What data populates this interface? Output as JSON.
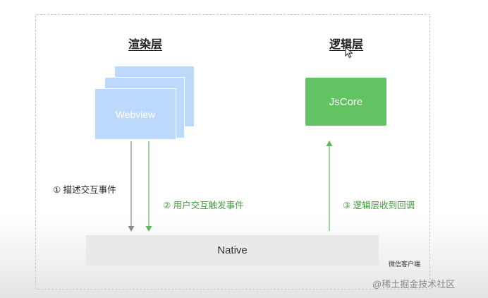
{
  "diagram": {
    "render_layer_title": "渲染层",
    "logic_layer_title": "逻辑层",
    "webview_label": "Webview",
    "jscore_label": "JsCore",
    "native_label": "Native",
    "client_label": "微信客户端",
    "steps": {
      "step1": "① 描述交互事件",
      "step2": "② 用户交互触发事件",
      "step3": "③ 逻辑层收到回调"
    },
    "colors": {
      "webview_fill": "#bcd8fb",
      "jscore_fill": "#63c261",
      "native_fill": "#e9e9e9",
      "green_text": "#3f9a3d",
      "arrow_gray": "#888888",
      "arrow_green": "#5cb85c"
    }
  },
  "watermark": "@稀土掘金技术社区",
  "cursor_icon": "mouse-pointer-icon"
}
